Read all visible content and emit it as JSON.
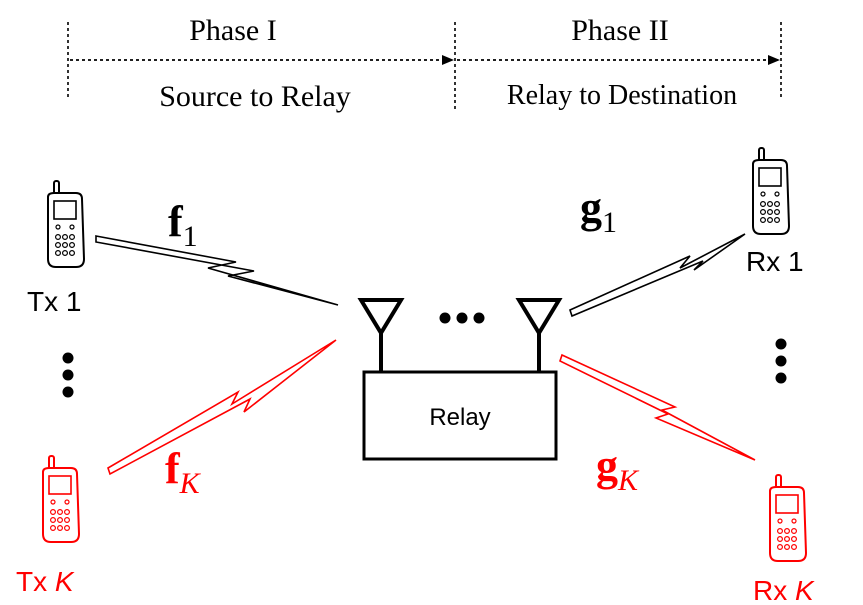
{
  "phases": {
    "phase1": {
      "title": "Phase I",
      "subtitle": "Source to Relay"
    },
    "phase2": {
      "title": "Phase II",
      "subtitle": "Relay to Destination"
    }
  },
  "nodes": {
    "tx1": "Tx 1",
    "txk_prefix": "Tx ",
    "txk_var": "K",
    "rx1": "Rx 1",
    "rxk_prefix": "Rx ",
    "rxk_var": "K",
    "relay": "Relay"
  },
  "channels": {
    "f1": {
      "sym": "f",
      "sub": "1"
    },
    "fk": {
      "sym": "f",
      "sub": "K"
    },
    "g1": {
      "sym": "g",
      "sub": "1"
    },
    "gk": {
      "sym": "g",
      "sub": "K"
    }
  },
  "colors": {
    "black": "#000000",
    "red": "#ff0000"
  },
  "icons": [
    "mobile-phone-icon",
    "antenna-icon",
    "lightning-link-icon",
    "ellipsis-dots-icon"
  ]
}
